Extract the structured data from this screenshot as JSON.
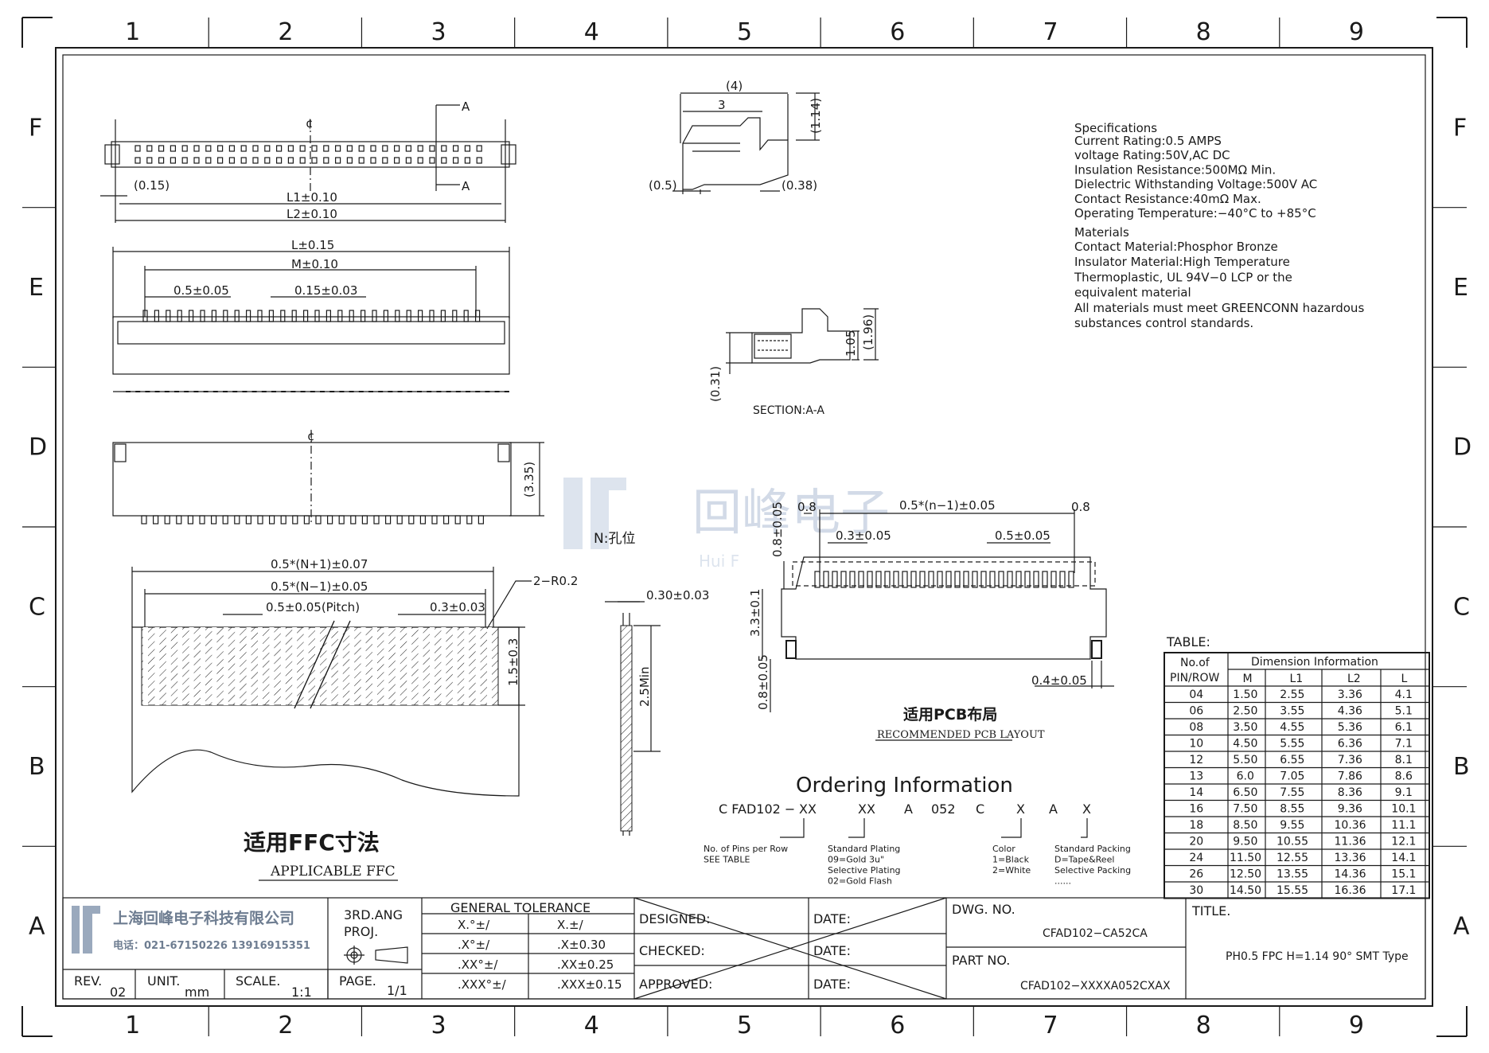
{
  "grid": {
    "columns": [
      "1",
      "2",
      "3",
      "4",
      "5",
      "6",
      "7",
      "8",
      "9"
    ],
    "rows": [
      "F",
      "E",
      "D",
      "C",
      "B",
      "A"
    ]
  },
  "watermark": {
    "text": "回峰电子",
    "sub": "Hui F"
  },
  "views": {
    "top": {
      "cl": "¢",
      "sec_a": "A",
      "sec_a2": "A",
      "d015": "(0.15)",
      "l1": "L1±0.10",
      "l2": "L2±0.10"
    },
    "front": {
      "l": "L±0.15",
      "m": "M±0.10",
      "pitch": "0.5±0.05",
      "w": "0.15±0.03"
    },
    "bottom": {
      "cl": "¢",
      "h": "(3.35)"
    },
    "side": {
      "d4": "(4)",
      "d3": "3",
      "d114": "(1.14)",
      "d05": "(0.5)",
      "d038": "(0.38)"
    },
    "section": {
      "d196": "(1.96)",
      "d105": "1.05",
      "d031": "(0.31)",
      "label": "SECTION:A-A"
    },
    "ffc": {
      "n1": "0.5*(N+1)±0.07",
      "n2": "0.5*(N−1)±0.05",
      "pitch": "0.5±0.05(Pitch)",
      "w": "0.3±0.03",
      "r": "2−R0.2",
      "len": "1.5±0.3",
      "cn": "适用FFC寸法",
      "en": "APPLICABLE FFC"
    },
    "ffc_side": {
      "t": "0.30±0.03",
      "len": "2.5Min",
      "hole": "N:孔位"
    },
    "pcb": {
      "d08a": "0.8",
      "d08b": "0.8",
      "n": "0.5*(n−1)±0.05",
      "d08v": "0.8±0.05",
      "w": "0.3±0.05",
      "p": "0.5±0.05",
      "h": "3.3±0.1",
      "d08v2": "0.8±0.05",
      "d04": "0.4±0.05",
      "cn": "适用PCB布局",
      "en": "RECOMMENDED PCB LAYOUT"
    }
  },
  "specifications": {
    "title": "Specifications",
    "lines": [
      "Current  Rating:0.5  AMPS",
      "voltage  Rating:50V,AC  DC",
      "Insulation  Resistance:500MΩ  Min.",
      "Dielectric  Withstanding  Voltage:500V  AC",
      "Contact  Resistance:40mΩ Max.",
      "Operating  Temperature:−40°C  to  +85°C"
    ],
    "materials_title": "Materials",
    "materials": [
      "Contact  Material:Phosphor  Bronze",
      "Insulator  Material:High  Temperature",
      "Thermoplastic,  UL  94V−0  LCP  or  the",
      "equivalent  material",
      "All  materials  must  meet  GREENCONN  hazardous",
      "substances  control  standards."
    ]
  },
  "ordering": {
    "title": "Ordering  Information",
    "code": [
      "C  FAD102  −",
      "XX",
      "XX",
      "A",
      "052",
      "C",
      "X",
      "A",
      "X"
    ],
    "notes": {
      "pins": [
        "No. of Pins per Row",
        "SEE TABLE"
      ],
      "plating": [
        "Standard  Plating",
        "09=Gold  3u\"",
        "Selective  Plating",
        "02=Gold  Flash"
      ],
      "color": [
        "Color",
        "1=Black",
        "2=White"
      ],
      "packing": [
        "Standard  Packing",
        "D=Tape&Reel",
        "Selective  Packing",
        "......"
      ]
    }
  },
  "table": {
    "label": "TABLE:",
    "h1": "No.of",
    "h2": "PIN/ROW",
    "group": "Dimension  Information",
    "cols": [
      "M",
      "L1",
      "L2",
      "L"
    ],
    "rows": [
      [
        "04",
        "1.50",
        "2.55",
        "3.36",
        "4.1"
      ],
      [
        "06",
        "2.50",
        "3.55",
        "4.36",
        "5.1"
      ],
      [
        "08",
        "3.50",
        "4.55",
        "5.36",
        "6.1"
      ],
      [
        "10",
        "4.50",
        "5.55",
        "6.36",
        "7.1"
      ],
      [
        "12",
        "5.50",
        "6.55",
        "7.36",
        "8.1"
      ],
      [
        "13",
        "6.0",
        "7.05",
        "7.86",
        "8.6"
      ],
      [
        "14",
        "6.50",
        "7.55",
        "8.36",
        "9.1"
      ],
      [
        "16",
        "7.50",
        "8.55",
        "9.36",
        "10.1"
      ],
      [
        "18",
        "8.50",
        "9.55",
        "10.36",
        "11.1"
      ],
      [
        "20",
        "9.50",
        "10.55",
        "11.36",
        "12.1"
      ],
      [
        "24",
        "11.50",
        "12.55",
        "13.36",
        "14.1"
      ],
      [
        "26",
        "12.50",
        "13.55",
        "14.36",
        "15.1"
      ],
      [
        "30",
        "14.50",
        "15.55",
        "16.36",
        "17.1"
      ]
    ]
  },
  "title_block": {
    "company": "上海回峰电子科技有限公司",
    "phone": "电话：021-67150226  13916915351",
    "proj": [
      "3RD.ANG",
      "PROJ."
    ],
    "tol_title": "GENERAL  TOLERANCE",
    "tol": [
      [
        "X.°±/",
        "X.±/"
      ],
      [
        ".X°±/",
        ".X±0.30"
      ],
      [
        ".XX°±/",
        ".XX±0.25"
      ],
      [
        ".XXX°±/",
        ".XXX±0.15"
      ]
    ],
    "designed": "DESIGNED:",
    "checked": "CHECKED:",
    "approved": "APPROVED:",
    "date": "DATE:",
    "dwg_label": "DWG.  NO.",
    "dwg": "CFAD102−CA52CA",
    "part_label": "PART  NO.",
    "part": "CFAD102−XXXXA052CXAX",
    "title_label": "TITLE.",
    "title": "PH0.5  FPC  H=1.14  90°  SMT  Type",
    "rev_label": "REV.",
    "rev": "02",
    "unit_label": "UNIT.",
    "unit": "mm",
    "scale_label": "SCALE.",
    "scale": "1:1",
    "page_label": "PAGE.",
    "page": "1/1"
  }
}
